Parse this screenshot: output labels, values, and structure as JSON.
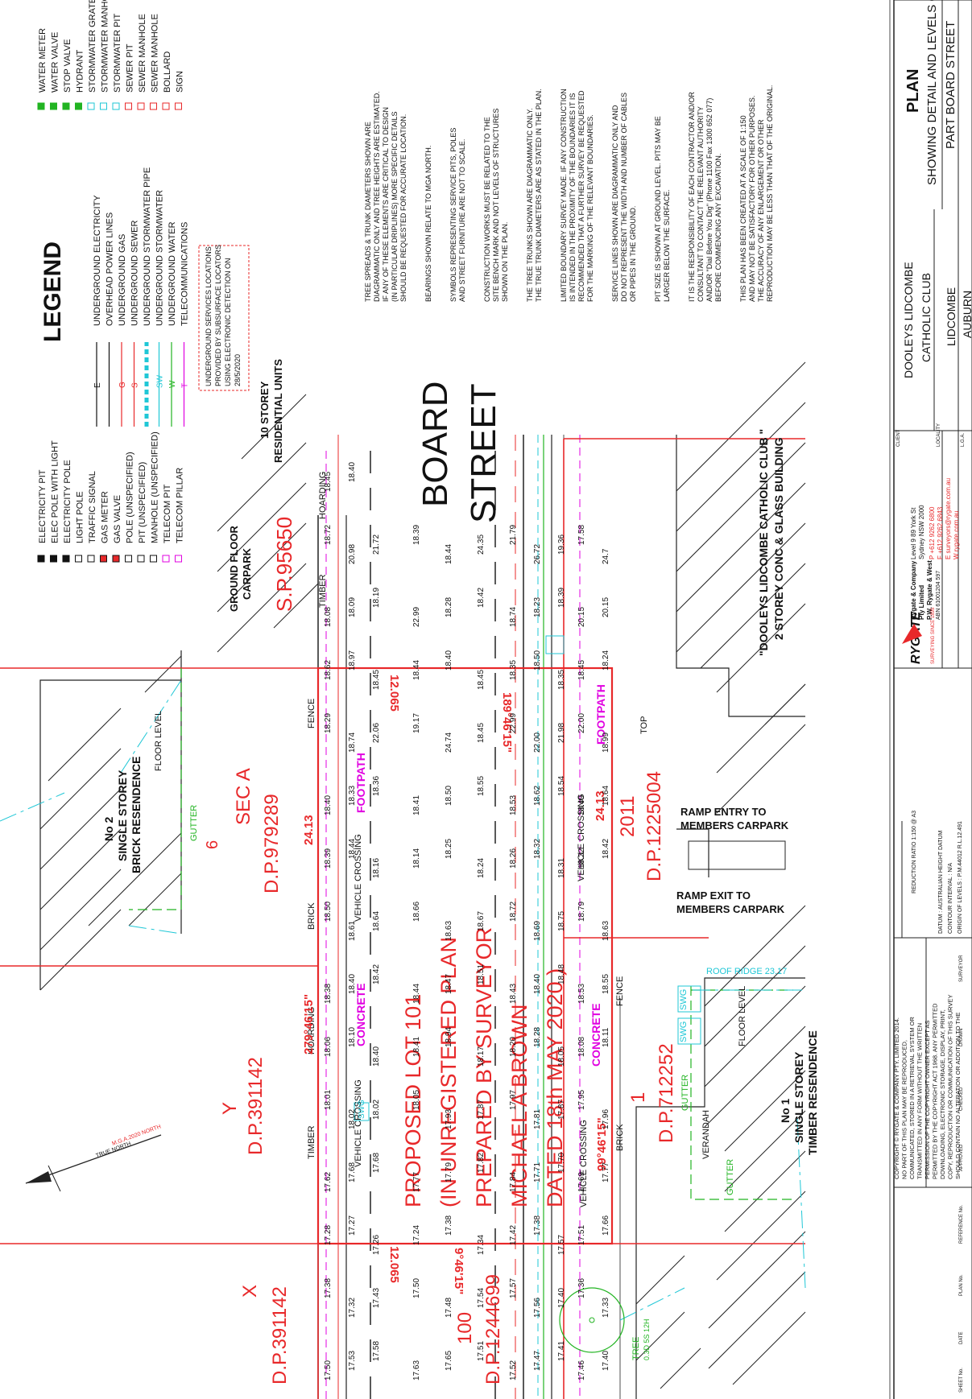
{
  "legend": {
    "title": "LEGEND",
    "symbols_left": [
      "ELECTRICITY PIT",
      "ELEC POLE WITH LIGHT",
      "ELECTRICITY POLE",
      "LIGHT POLE",
      "TRAFFIC SIGNAL",
      "GAS METER",
      "GAS VALVE",
      "POLE (UNSPECIFIED)",
      "PIT (UNSPECIFIED)",
      "MANHOLE (UNSPECIFIED)",
      "TELECOM PIT",
      "TELECOM PILLAR"
    ],
    "symbols_right": [
      "WATER METER",
      "WATER VALVE",
      "STOP VALVE",
      "HYDRANT",
      "STORMWATER GRATE",
      "STORMWATER MANHOLE",
      "STORMWATER PIT",
      "SEWER PIT",
      "SEWER MANHOLE",
      "SEWER MANHOLE",
      "BOLLARD",
      "SIGN"
    ],
    "lines": [
      {
        "code": "E",
        "label": "UNDERGROUND ELECTRICITY",
        "color": "#111111"
      },
      {
        "code": "",
        "label": "OVERHEAD POWER LINES",
        "color": "#111111"
      },
      {
        "code": "G",
        "label": "UNDERGROUND GAS",
        "color": "#e8282a"
      },
      {
        "code": "S",
        "label": "UNDERGROUND SEWER",
        "color": "#e8282a"
      },
      {
        "code": "",
        "label": "UNDERGROUND STORMWATER PIPE",
        "color": "#1fc7d6"
      },
      {
        "code": "SW",
        "label": "UNDERGROUND STORMWATER",
        "color": "#1fc7d6"
      },
      {
        "code": "W",
        "label": "UNDERGROUND WATER",
        "color": "#22b422"
      },
      {
        "code": "T",
        "label": "TELECOMMUNICATIONS",
        "color": "#e000e0"
      }
    ],
    "note": [
      "UNDERGROUND SERVICES LOCATIONS",
      "PROVIDED BY SUBSURFACE LOCATORS",
      "USING ELECTRONIC DETECTION ON",
      "28/5/2020"
    ]
  },
  "notes": [
    [
      "TREE SPREADS & TRUNK DIAMETERS SHOWN ARE",
      "DIAGRAMMATIC ONLY AND TREE HEIGHTS ARE ESTIMATED.",
      "IF ANY OF THESE ELEMENTS ARE CRITICAL TO DESIGN",
      "(IN PARTICULAR DRIPLINES) MORE SPECIFIC DETAILS",
      "SHOULD BE REQUESTED FOR ACCURATE LOCATION."
    ],
    [
      "BEARINGS SHOWN RELATE TO MGA NORTH."
    ],
    [
      "SYMBOLS REPRESENTING SERVICE PITS, POLES",
      "AND STREET FURNITURE ARE NOT TO SCALE."
    ],
    [
      "CONSTRUCTION WORKS MUST BE RELATED TO THE",
      "SITE BENCH MARK AND NOT LEVELS OF STRUCTURES",
      "SHOWN ON THE PLAN."
    ],
    [
      "THE TREE TRUNKS SHOWN ARE DIAGRAMMATIC ONLY.",
      "THE TRUE TRUNK DIAMETERS ARE AS STATED IN THE PLAN."
    ],
    [
      "LIMITED BOUNDARY SURVEY MADE. IF ANY CONSTRUCTION",
      "IS INTENDED IN THE PROXIMITY OF THE BOUNDARIES IT IS",
      "RECOMMENDED THAT A FURTHER SURVEY BE REQUESTED",
      "FOR THE MARKING OF THE RELEVANT BOUNDARIES."
    ],
    [
      "SERVICE LINES SHOWN ARE DIAGRAMMATIC ONLY AND",
      "DO NOT REPRESENT THE WIDTH AND NUMBER OF CABLES",
      "OR PIPES IN THE GROUND."
    ],
    [
      "PIT SIZE IS SHOWN AT GROUND LEVEL. PITS MAY BE",
      "LARGER BELOW THE SURFACE."
    ],
    [
      "IT IS THE RESPONSIBILITY OF EACH CONTRACTOR AND/OR",
      "CONSULTANT TO CONTACT THE RELEVANT AUTHORITY",
      "AND/OR \"Dial Before You Dig\" (Phone 1100 Fax 1300 652 077)",
      "BEFORE COMMENCING ANY EXCAVATION."
    ],
    [
      "THIS PLAN HAS BEEN CREATED AT A SCALE OF 1:150",
      "AND MAY NOT BE SATISFACTORY FOR OTHER PURPOSES.",
      "THE ACCURACY OF ANY ENLARGEMENT OR OTHER",
      "REPRODUCTION MAY BE LESS THAN THAT OF THE ORIGINAL."
    ]
  ],
  "title_block": {
    "plan_title": "PLAN",
    "plan_sub1": "SHOWING DETAIL AND LEVELS OVER",
    "plan_sub2": "PART BOARD STREET",
    "client_label": "CLIENT",
    "client1": "DOOLEYS LIDCOMBE",
    "client2": "CATHOLIC CLUB",
    "locality_label": "LOCALITY",
    "locality": "LIDCOMBE",
    "lga_label": "L.G.A.",
    "lga": "AUBURN",
    "company": "Rygate & Company",
    "company2": "Pty Limited",
    "company3": "P.W. Rygate & West",
    "abn": "ABN 61001204 597",
    "address": "Level 9 89 York St",
    "address2": "Sydney NSW 2000",
    "phone": "P +612 9262 6800",
    "fax": "F +612 9262 6843",
    "email": "E surveyors@rygate.com.au",
    "web": "W rygate.com.au",
    "logo": "RYGATE",
    "since": "SURVEYING SINCE 1895",
    "reduction_label": "REDUCTION  RATIO  1:150  @ A3",
    "datum": "DATUM : AUSTRALIAN HEIGHT DATUM",
    "contour": "CONTOUR INTERVAL : N/A",
    "origin": "ORIGIN OF LEVELS : P.M.44012 R.L.12.491",
    "cols": [
      "SURVEYOR",
      "DRAWN",
      "CHECKED",
      "APPROVED",
      "REFERENCE No.",
      "PLAN No.",
      "DATE",
      "SHEET No."
    ],
    "copyright": [
      "COPYRIGHT © RYGATE & COMPANY PTY. LIMITED 2014.",
      "NO PART OF THIS PLAN MAY BE REPRODUCED,",
      "COMMUNICATED, STORED IN A RETRIEVAL SYSTEM OR",
      "TRANSMITTED IN ANY FORM WITHOUT THE WRITTEN",
      "PERMISSION OF THE COPYRIGHT OWNER EXCEPT AS",
      "PERMITTED BY THE COPYRIGHT ACT 1968. ANY PERMITTED",
      "DOWNLOADING, ELECTRONIC STORAGE, DISPLAY, PRINT,",
      "COPY, REPRODUCTION OR COMMUNICATION OF THIS SURVEY",
      "SHOULD CONTAIN NO ALTERATION OR ADDITION TO THE"
    ]
  },
  "labels": {
    "board": "BOARD",
    "street": "STREET",
    "proposed": [
      "PROPOSED LOT 101",
      "(IN UNREGISTERED PLAN",
      "PREPARED BY SURVEYOR",
      "MICHAEL A BROWN",
      "DATED 18th MAY 2020 )"
    ],
    "sp": "S.P.95650",
    "ground_floor": [
      "GROUND FLOOR",
      "CARPARK"
    ],
    "storey10": [
      "10 STOREY",
      "RESIDENTIAL UNITS"
    ],
    "sec_a": "SEC A",
    "dp979289": "D.P.979289",
    "lot6": "6",
    "y": "Y",
    "dp391142": "D.P.391142",
    "x": "X",
    "dp391142b": "D.P.391142",
    "lot100": "100",
    "dp1244699": "D.P.1244699",
    "lot2011": "2011",
    "dp1225004": "D.P.1225004",
    "lot1": "1",
    "dp712252": "D.P.712252",
    "house2": [
      "No 2",
      "SINGLE STOREY",
      "BRICK RESENDENCE"
    ],
    "house1": [
      "No 1",
      "SINGLE STOREY",
      "TIMBER RESENDENCE"
    ],
    "dooleys": [
      "\"DOOLEYS LIDCOMBE CATHOLIC CLUB \"",
      "2 STOREY CONC & GLASS BUILDING"
    ],
    "ramp_entry": [
      "RAMP ENTRY TO",
      "MEMBERS CARPARK"
    ],
    "ramp_exit": [
      "RAMP EXIT TO",
      "MEMBERS CARPARK"
    ],
    "footpath": "FOOTPATH",
    "concrete": "CONCRETE",
    "hoarding": "HOARDING",
    "timber": "TIMBER",
    "brick": "BRICK",
    "fence": "FENCE",
    "vehicle_crossing": "VEHICLE  CROSSING",
    "gutter": "GUTTER",
    "verandah": "VERANDAH",
    "floor_level": "FLOOR LEVEL",
    "roof_ridge": "ROOF RIDGE 23.17",
    "true_north": "TRUE NORTH",
    "mga_north": "M.G.A.2020 NORTH",
    "tree": "TREE",
    "tree_sub": "0.3D  5S  12H",
    "top": "TOP",
    "swg": "SWG",
    "bearing1": "279°46'15\"",
    "bearing2": "189°46'15\"",
    "bearing3": "99°46'15\"",
    "bearing4": "9°46'15\"",
    "dist1": "24.13",
    "dist2": "12.065",
    "dist3": "24.13",
    "dist4": "12.065"
  },
  "spot_levels": [
    "17.50",
    "17.53",
    "17.58",
    "17.63",
    "17.65",
    "17.51",
    "17.52",
    "17.47",
    "17.41",
    "17.46",
    "17.40",
    "17.38",
    "17.32",
    "17.43",
    "17.50",
    "17.48",
    "17.54",
    "17.57",
    "17.56",
    "17.40",
    "17.36",
    "17.33",
    "17.28",
    "17.27",
    "17.26",
    "17.24",
    "17.38",
    "17.34",
    "17.42",
    "17.38",
    "17.57",
    "17.51",
    "17.66",
    "17.62",
    "17.68",
    "17.68",
    "17.77",
    "17.79",
    "17.82",
    "17.84",
    "17.71",
    "17.70",
    "17.69",
    "17.77",
    "18.01",
    "18.02",
    "18.02",
    "18.05",
    "17.93",
    "17.87",
    "17.97",
    "17.81",
    "17.87",
    "17.95",
    "17.96",
    "18.06",
    "18.10",
    "18.40",
    "18.41",
    "18.94",
    "18.17",
    "18.20",
    "18.28",
    "18.05",
    "18.08",
    "18.11",
    "18.38",
    "18.40",
    "18.42",
    "18.44",
    "18.47",
    "18.51",
    "18.43",
    "18.40",
    "18.48",
    "18.53",
    "18.55",
    "18.50",
    "18.61",
    "18.64",
    "18.66",
    "18.63",
    "18.67",
    "18.72",
    "18.69",
    "18.75",
    "18.79",
    "18.63",
    "18.39",
    "18.44",
    "18.16",
    "18.14",
    "18.25",
    "18.24",
    "18.26",
    "18.32",
    "18.31",
    "18.32",
    "18.42",
    "18.40",
    "18.33",
    "18.36",
    "18.41",
    "18.50",
    "18.55",
    "18.53",
    "18.62",
    "18.54",
    "18.49",
    "18.64",
    "18.29",
    "18.74",
    "22.06",
    "19.17",
    "24.74",
    "18.45",
    "22.99",
    "22.00",
    "21.98",
    "22.00",
    "18.99",
    "18.62",
    "18.97",
    "18.45",
    "18.44",
    "18.40",
    "18.45",
    "18.35",
    "18.50",
    "18.35",
    "18.45",
    "18.24",
    "18.08",
    "18.09",
    "18.19",
    "22.99",
    "18.28",
    "18.42",
    "18.74",
    "18.23",
    "18.39",
    "20.15",
    "20.15",
    "18.72",
    "20.98",
    "21.72",
    "18.39",
    "18.44",
    "24.35",
    "21.79",
    "26.72",
    "19.36",
    "17.58",
    "24.7",
    "18.45",
    "18.40"
  ]
}
